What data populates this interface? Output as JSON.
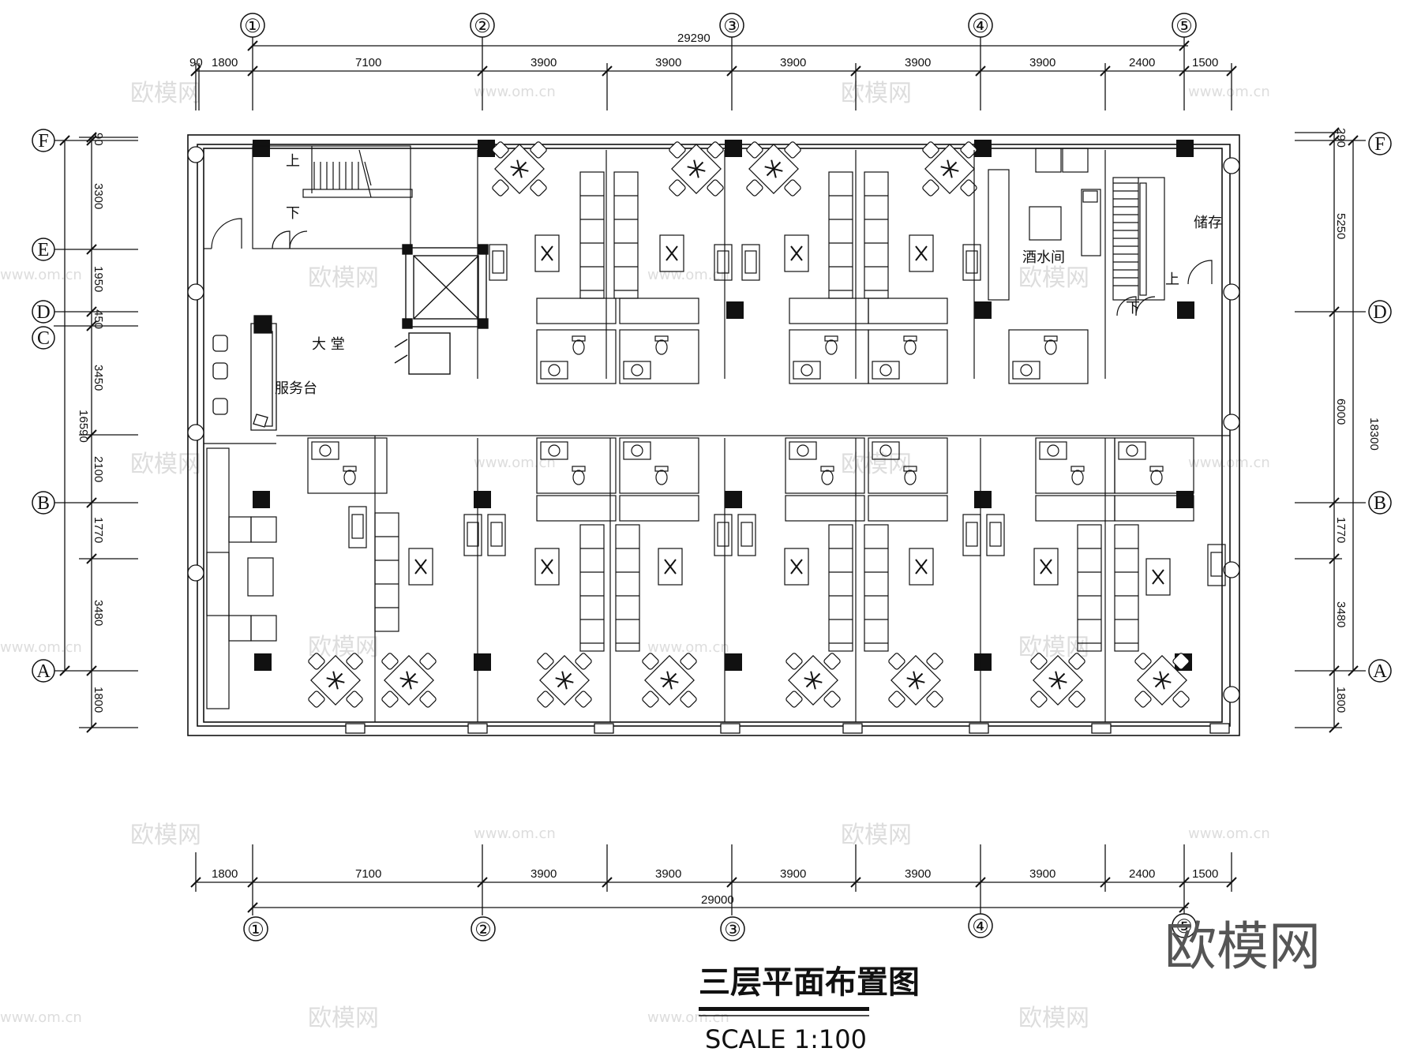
{
  "drawing": {
    "title": "三层平面布置图",
    "scale_text": "SCALE 1:100",
    "brand_logo": "欧模网",
    "watermark_text": "欧模网",
    "watermark_url": "www.om.cn"
  },
  "dimensions": {
    "top_total": "29290",
    "top_segments": [
      "90",
      "1800",
      "7100",
      "3900",
      "3900",
      "3900",
      "3900",
      "3900",
      "2400",
      "1500"
    ],
    "bottom_total": "29000",
    "bottom_segments": [
      "1800",
      "7100",
      "3900",
      "3900",
      "3900",
      "3900",
      "3900",
      "2400",
      "1500"
    ],
    "left_total": "16590",
    "left_segments": [
      "90",
      "3300",
      "1950",
      "450",
      "3450",
      "2100",
      "1770",
      "3480",
      "1800"
    ],
    "right_total": "18300",
    "right_segments": [
      "290",
      "5250",
      "6000",
      "1770",
      "3480",
      "1800"
    ]
  },
  "axes": {
    "columns": [
      "①",
      "②",
      "③",
      "④",
      "⑤"
    ],
    "rows": [
      "F",
      "E",
      "D",
      "C",
      "B",
      "A"
    ]
  },
  "rooms": {
    "lobby": "大  堂",
    "reception": "服务台",
    "bar": "酒水间",
    "storage": "储存",
    "stair_up": "上",
    "stair_down": "下"
  },
  "colors": {
    "line": "#111111",
    "background": "#ffffff",
    "watermark": "#dddddd"
  }
}
